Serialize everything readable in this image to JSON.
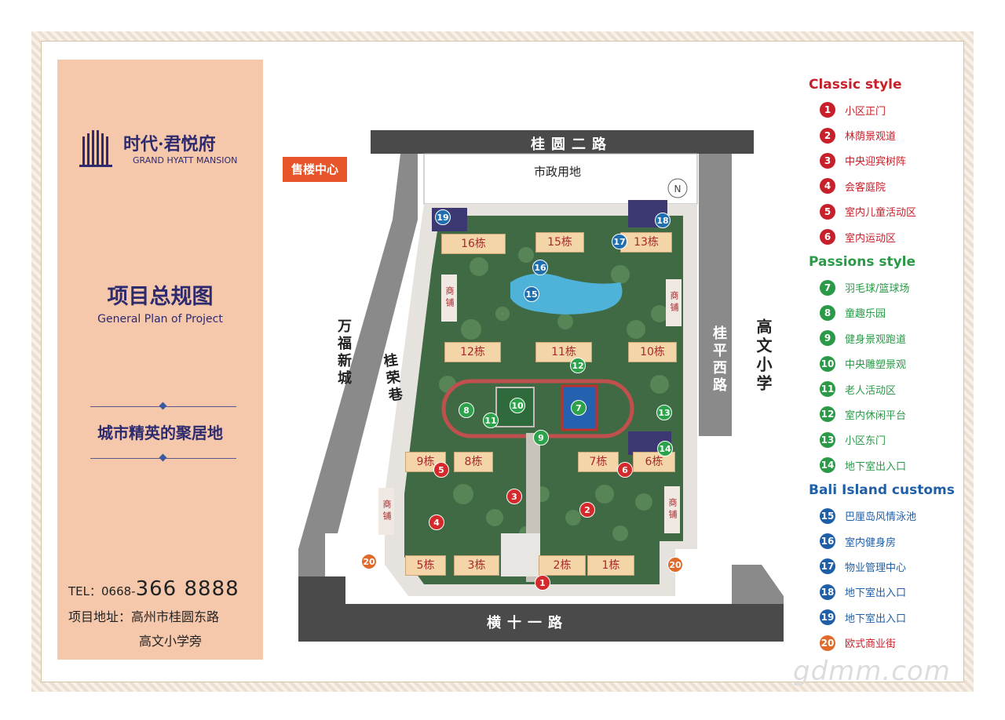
{
  "brand": {
    "name_cn": "时代·君悦府",
    "name_en": "GRAND HYATT MANSION",
    "logo_icon": "building-logo-icon"
  },
  "plan": {
    "title_cn": "项目总规图",
    "title_en": "General Plan of Project",
    "slogan": "城市精英的聚居地"
  },
  "contact": {
    "tel_prefix": "TEL：0668-",
    "tel_main": "366 8888",
    "address_line1": "项目地址：高州市桂圆东路",
    "address_line2": "高文小学旁"
  },
  "map": {
    "sales_center": "售楼中心",
    "roads": {
      "north": "桂圆二路",
      "south": "横十一路",
      "east": "桂平西路",
      "west": "桂荣巷"
    },
    "municipal_land": "市政用地",
    "west_area": "万福新城",
    "east_area": "高文小学",
    "compass": "N",
    "shop_label": "商铺",
    "buildings": {
      "b16": "16栋",
      "b15": "15栋",
      "b13": "13栋",
      "b12": "12栋",
      "b11": "11栋",
      "b10": "10栋",
      "b9": "9栋",
      "b8": "8栋",
      "b7": "7栋",
      "b6": "6栋",
      "b5": "5栋",
      "b3": "3栋",
      "b2": "2栋",
      "b1": "1栋"
    },
    "markers": {
      "m1": "1",
      "m2": "2",
      "m3": "3",
      "m4": "4",
      "m5": "5",
      "m6": "6",
      "m7": "7",
      "m8": "8",
      "m9": "9",
      "m10": "10",
      "m11": "11",
      "m12": "12",
      "m13": "13",
      "m14": "14",
      "m15": "15",
      "m16": "16",
      "m17": "17",
      "m18": "18",
      "m19": "19",
      "m20a": "20",
      "m20b": "20"
    }
  },
  "legend": {
    "classic_title": "Classic style",
    "passions_title": "Passions style",
    "bali_title": "Bali Island customs",
    "classic": [
      {
        "num": "1",
        "label": "小区正门"
      },
      {
        "num": "2",
        "label": "林荫景观道"
      },
      {
        "num": "3",
        "label": "中央迎宾树阵"
      },
      {
        "num": "4",
        "label": "会客庭院"
      },
      {
        "num": "5",
        "label": "室内儿童活动区"
      },
      {
        "num": "6",
        "label": "室内运动区"
      }
    ],
    "passions": [
      {
        "num": "7",
        "label": "羽毛球/篮球场"
      },
      {
        "num": "8",
        "label": "童趣乐园"
      },
      {
        "num": "9",
        "label": "健身景观跑道"
      },
      {
        "num": "10",
        "label": "中央雕塑景观"
      },
      {
        "num": "11",
        "label": "老人活动区"
      },
      {
        "num": "12",
        "label": "室内休闲平台"
      },
      {
        "num": "13",
        "label": "小区东门"
      },
      {
        "num": "14",
        "label": "地下室出入口"
      }
    ],
    "bali": [
      {
        "num": "15",
        "label": "巴厘岛风情泳池"
      },
      {
        "num": "16",
        "label": "室内健身房"
      },
      {
        "num": "17",
        "label": "物业管理中心"
      },
      {
        "num": "18",
        "label": "地下室出入口"
      },
      {
        "num": "19",
        "label": "地下室出入口"
      },
      {
        "num": "20",
        "label": "欧式商业街"
      }
    ]
  },
  "colors": {
    "classic": "#c8202a",
    "passions": "#2a9a48",
    "bali": "#1f5fa8",
    "commercial": "#e06a2a",
    "panel": "#f5c8ac",
    "navy": "#2d2a6e"
  },
  "watermark": "gdmm.com"
}
